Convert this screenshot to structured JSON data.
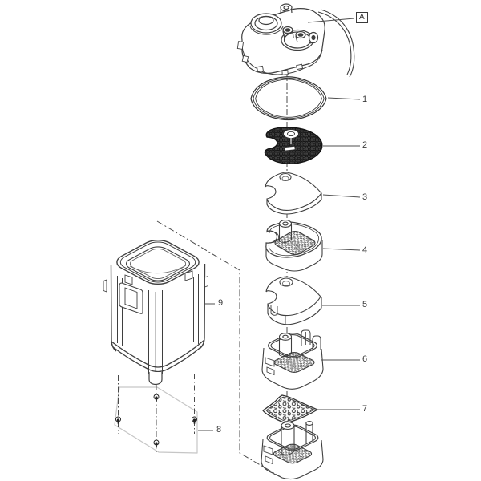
{
  "diagram": {
    "type": "exploded-parts-diagram",
    "callouts": {
      "a": "A",
      "n1": "1",
      "n2": "2",
      "n3": "3",
      "n4": "4",
      "n5": "5",
      "n6": "6",
      "n7": "7",
      "n8": "8",
      "n9": "9"
    },
    "colors": {
      "line": "#3f3f3f",
      "label_text": "#3a3a3a",
      "dark_pad_fill": "#3f3f3f",
      "ghost_outline": "#c6c6c6",
      "background": "#ffffff"
    }
  }
}
